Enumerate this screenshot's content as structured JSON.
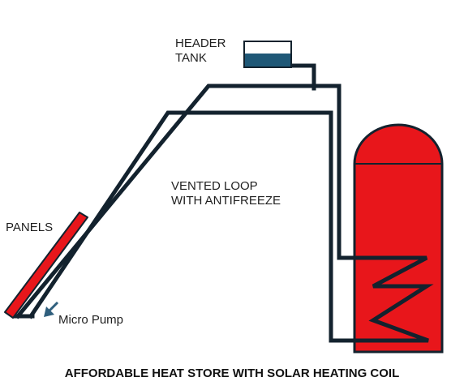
{
  "labels": {
    "header_tank_line1": "HEADER",
    "header_tank_line2": "TANK",
    "vented_loop_line1": "VENTED LOOP",
    "vented_loop_line2": "WITH ANTIFREEZE",
    "panels": "PANELS",
    "micro_pump": "Micro Pump"
  },
  "caption": "AFFORDABLE HEAT STORE WITH SOLAR HEATING COIL",
  "colors": {
    "pipe": "#13222e",
    "tank_fill": "#e8161b",
    "panel_fill": "#e8161b",
    "header_water": "#1f5877",
    "pump_arrow": "#2f5f7d"
  },
  "icons": {
    "pump_arrow": "arrow-down-left-icon"
  }
}
